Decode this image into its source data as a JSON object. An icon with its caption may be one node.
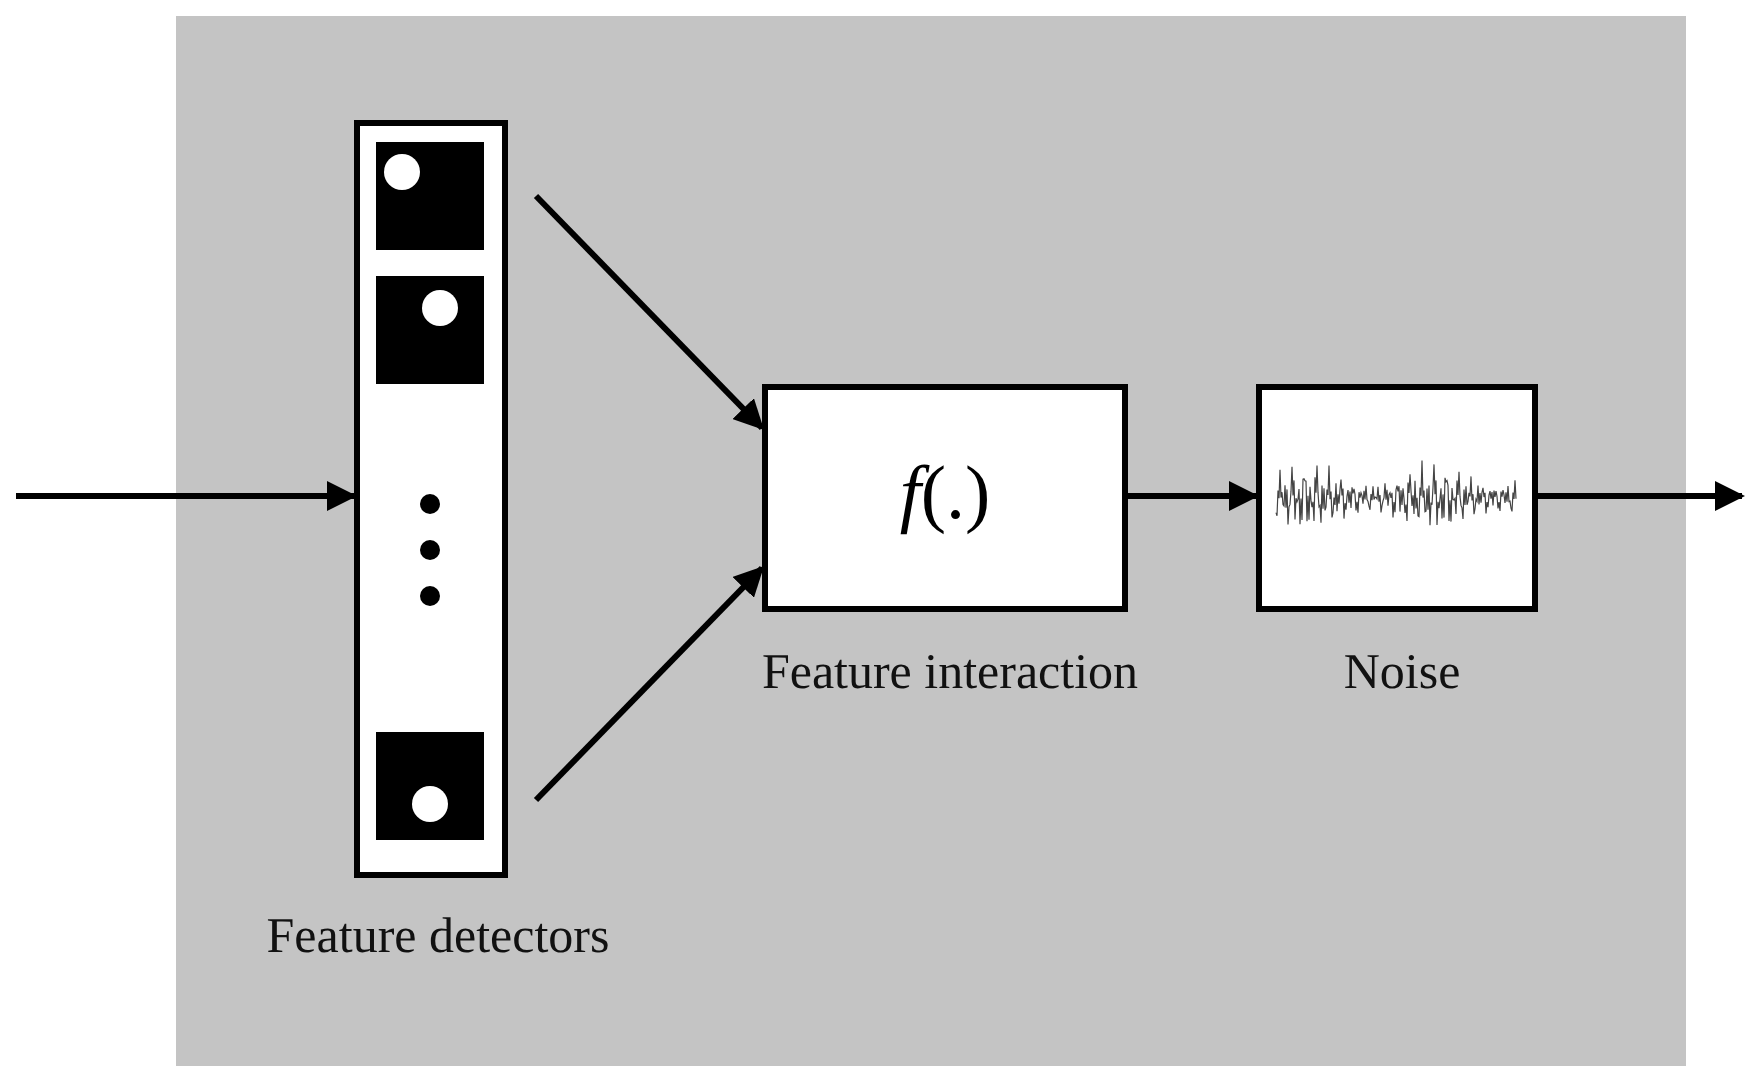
{
  "diagram": {
    "nodes": [
      {
        "text": [
          "Feature detectors"
        ]
      },
      {
        "text": [
          "*f*(.)",
          "Feature interaction"
        ]
      },
      {
        "text": [
          "Noise"
        ]
      }
    ],
    "edges": [
      {
        "from": null,
        "to": 0,
        "arrow": "to"
      },
      {
        "from": 0,
        "to": 1,
        "arrow": "to"
      },
      {
        "from": 0,
        "to": 1,
        "arrow": "to"
      },
      {
        "from": 1,
        "to": 2,
        "arrow": "to"
      },
      {
        "from": 2,
        "to": null,
        "arrow": "to"
      }
    ]
  }
}
